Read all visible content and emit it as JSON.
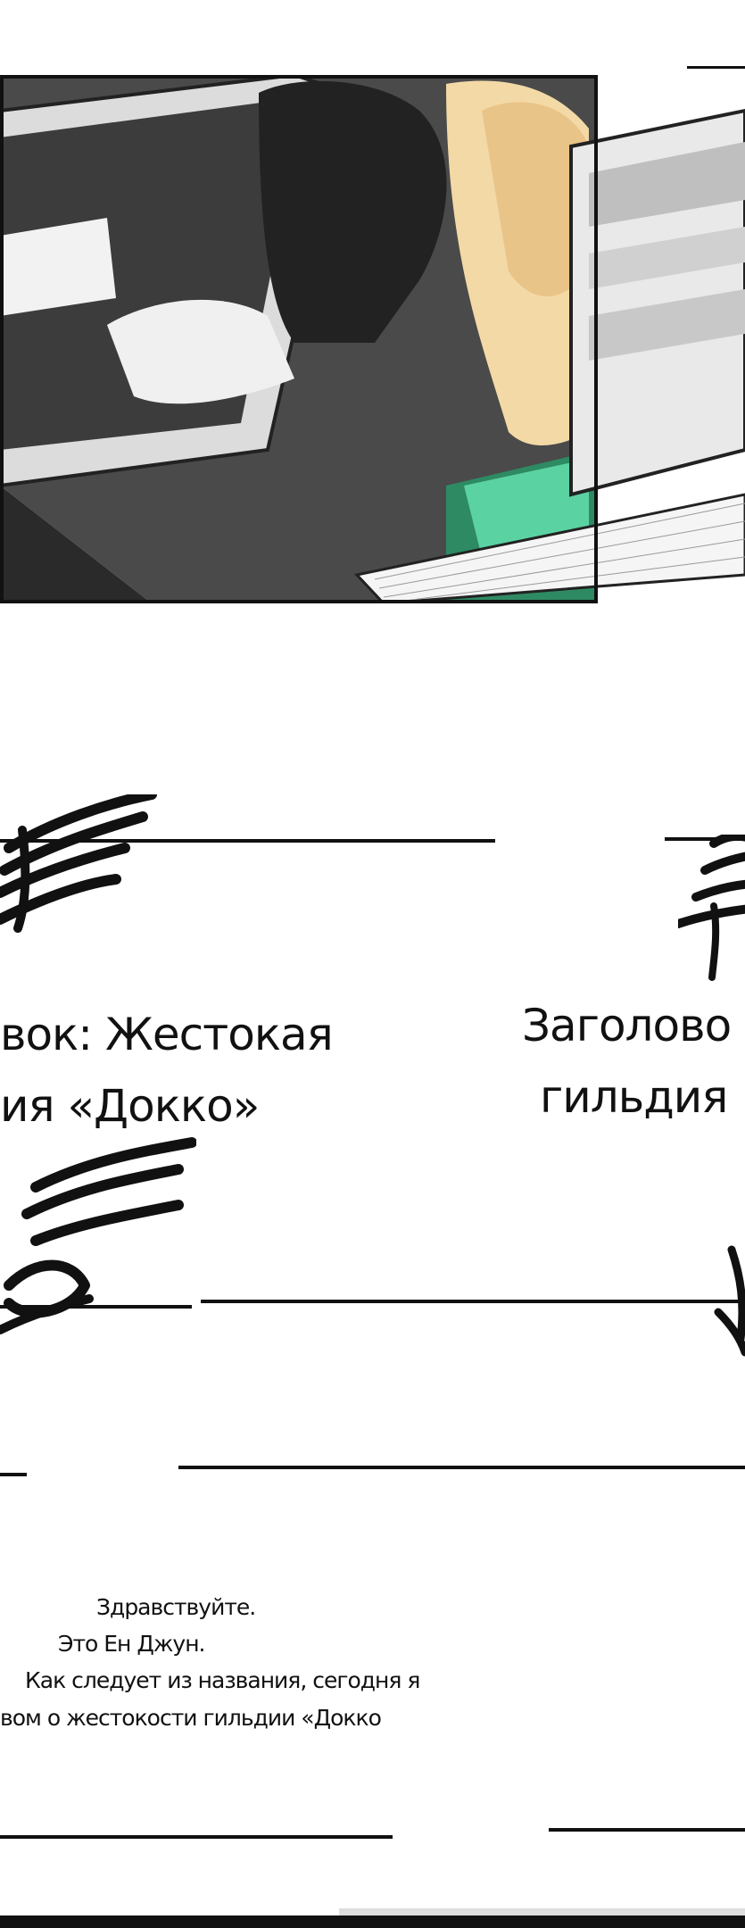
{
  "panels": {
    "caption_left": {
      "line1": "вок: Жестокая",
      "line2": "ия «Докко»"
    },
    "caption_right": {
      "line1": "Заголово",
      "line2": "гильдия"
    },
    "dialogue": {
      "line1": "Здравствуйте.",
      "line2": "Это Ен Джун.",
      "line3": "Как следует из названия, сегодня я",
      "line4": "вом о жестокости гильдии «Докко"
    }
  }
}
